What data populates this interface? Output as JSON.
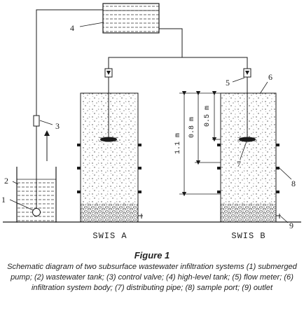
{
  "diagram": {
    "callouts": {
      "c1": "1",
      "c2": "2",
      "c3": "3",
      "c4": "4",
      "c5": "5",
      "c6": "6",
      "c7": "7",
      "c8": "8",
      "c9": "9"
    },
    "system_a_label": "SWIS A",
    "system_b_label": "SWIS B",
    "dim_total": "1.1 m",
    "dim_middle": "0.8 m",
    "dim_top": "0.5 m"
  },
  "caption": {
    "title": "Figure 1",
    "text": "Schematic diagram of two subsurface wastewater infiltration systems (1) submerged pump; (2) wastewater tank; (3) control valve; (4) high-level tank; (5) flow meter; (6) infiltration system body; (7) distributing pipe; (8) sample port; (9) outlet"
  }
}
